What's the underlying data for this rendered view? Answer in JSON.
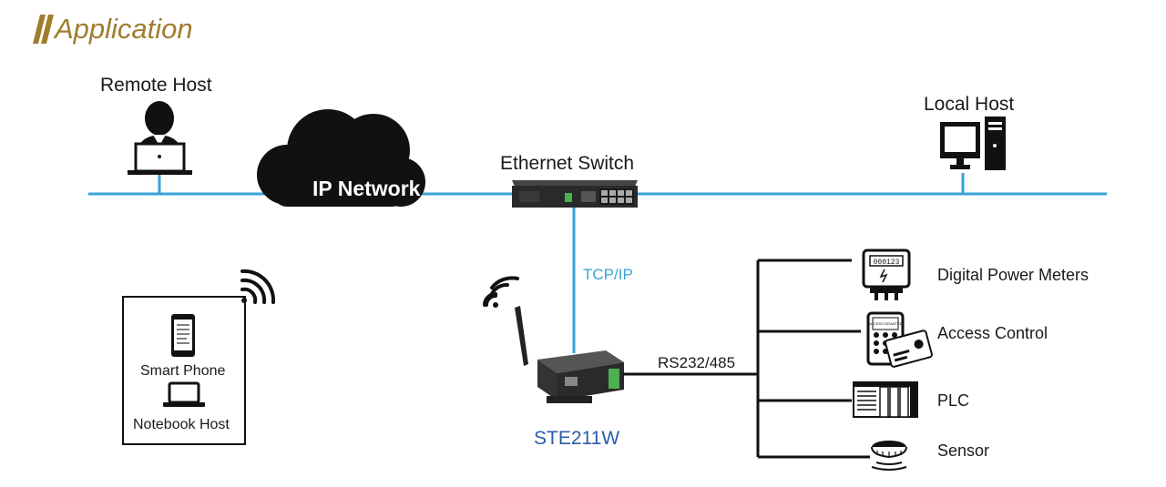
{
  "header": {
    "title": "Application",
    "accent_color": "#a07d2e"
  },
  "colors": {
    "network_line": "#3aa3d8",
    "serial_line": "#111111",
    "tcp_text": "#3aa3d8",
    "device_text": "#2a5da8"
  },
  "network": {
    "remote_host": "Remote Host",
    "cloud_label": "IP Network",
    "switch_label": "Ethernet Switch",
    "local_host": "Local Host",
    "tcp_label": "TCP/IP",
    "device_label": "STE211W",
    "serial_label": "RS232/485"
  },
  "wireless_box": {
    "smartphone_label": "Smart Phone",
    "notebook_label": "Notebook Host"
  },
  "endpoints": [
    {
      "label": "Digital Power Meters",
      "icon": "power-meter-icon",
      "display": "000123"
    },
    {
      "label": "Access Control",
      "icon": "access-control-icon",
      "display": "ACCESS GRANTED"
    },
    {
      "label": "PLC",
      "icon": "plc-icon"
    },
    {
      "label": "Sensor",
      "icon": "smoke-sensor-icon"
    }
  ]
}
